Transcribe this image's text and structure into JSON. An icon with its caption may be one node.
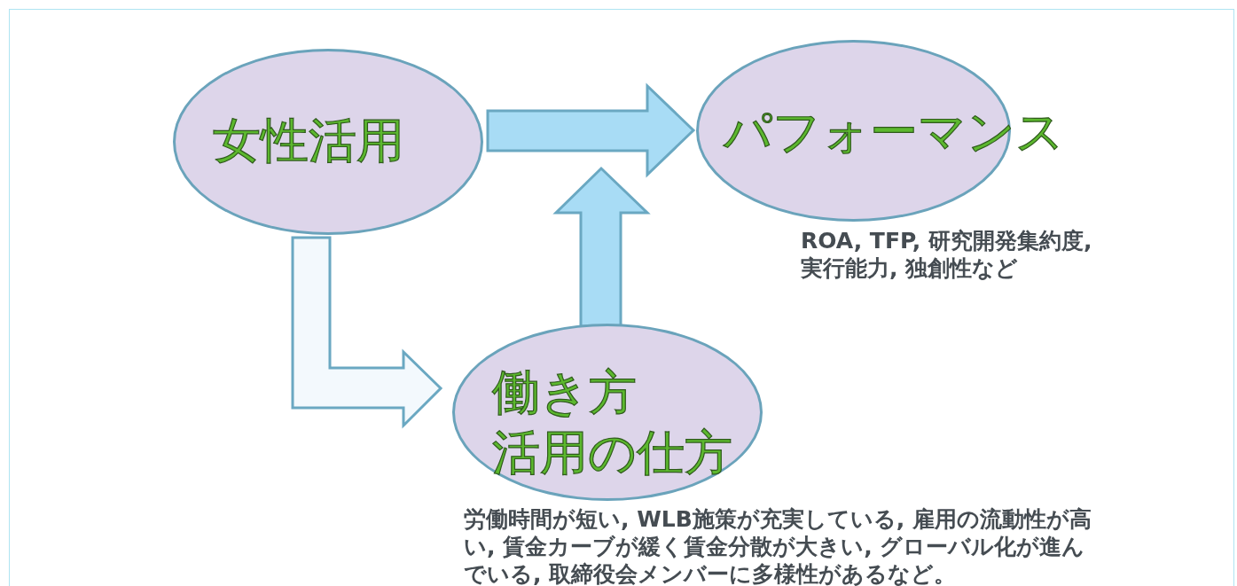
{
  "diagram": {
    "nodes": [
      {
        "text": [
          "女性活用"
        ]
      },
      {
        "text": [
          "パフォーマンス"
        ],
        "beside": [
          "ROA, TFP, 研究開発集約度, 実行能力, 独創性など"
        ]
      },
      {
        "text": [
          "働き方",
          "活用の仕方"
        ],
        "beside": [
          "労働時間が短い, WLB施策が充実している, 雇用の流動性が高い, 賃金カーブが緩く賃金分散が大きい, グローバル化が進んでいる, 取締役会メンバーに多様性があるなど。"
        ]
      }
    ],
    "edges": [
      {
        "from": 0,
        "to": 1,
        "arrow": "to"
      },
      {
        "from": 2,
        "to": 1,
        "arrow": "to"
      },
      {
        "from": 0,
        "to": 2,
        "arrow": "to",
        "color": "#f3f9fd"
      }
    ]
  }
}
